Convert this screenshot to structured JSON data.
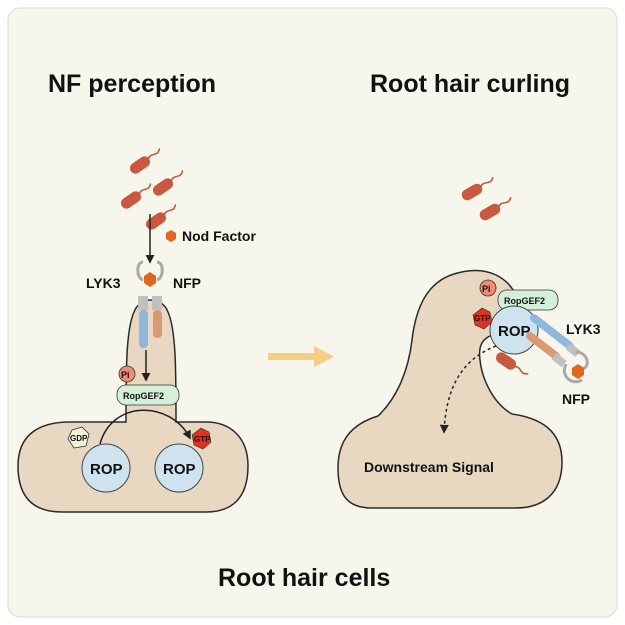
{
  "titles": {
    "left": "NF perception",
    "right": "Root hair curling",
    "bottom": "Root hair cells"
  },
  "left_panel": {
    "nod_factor_label": "Nod Factor",
    "lyk3_label": "LYK3",
    "nfp_label": "NFP",
    "pi_label": "Pi",
    "ropgef_label": "RopGEF2",
    "gdp_label": "GDP",
    "gtp_label": "GTP",
    "rop_left_label": "ROP",
    "rop_right_label": "ROP"
  },
  "right_panel": {
    "pi_label": "Pi",
    "ropgef_label": "RopGEF2",
    "gtp_label": "GTP",
    "rop_label": "ROP",
    "lyk3_label": "LYK3",
    "nfp_label": "NFP",
    "downstream_label": "Downstream Signal"
  },
  "colors": {
    "background": "#f7f6ec",
    "cell_fill": "#e8d8c2",
    "cell_stroke": "#2a2a2a",
    "rop_fill": "#cfe3ef",
    "ropgef_fill": "#d4f0d8",
    "pi_fill": "#f08a72",
    "gtp_fill": "#e0321c",
    "gdp_fill": "#f3f1d8",
    "bacteria": "#c8583f",
    "nod_factor": "#e2661d",
    "arrow": "#f7cd84",
    "lyk3_receptor": "#8fb8dd",
    "nfp_receptor": "#d99a72",
    "receptor_stem": "#c0c0c0"
  }
}
